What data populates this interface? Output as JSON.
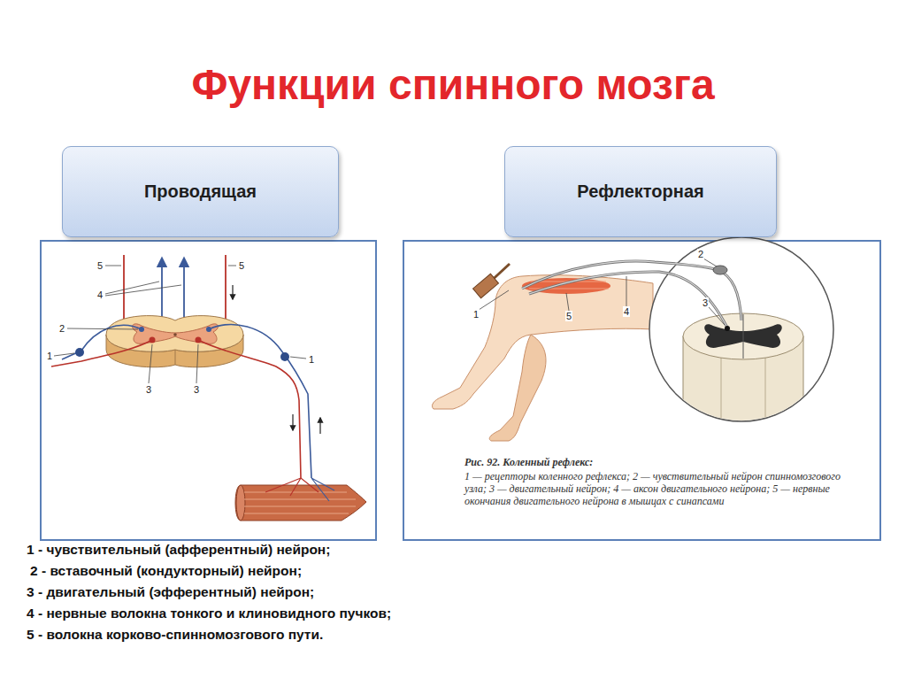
{
  "diagram": {
    "title": "Функции спинного мозга",
    "nodes": [
      {
        "text": [
          "Проводящая"
        ]
      },
      {
        "text": [
          "Рефлекторная"
        ]
      }
    ],
    "labels": [
      "5",
      "5",
      "4",
      "2",
      "1",
      "1",
      "3",
      "3",
      "2",
      "3",
      "1",
      "5",
      "4",
      "Рис. 92. Коленный рефлекс:",
      "1 — рецепторы коленного рефлекса; 2 — чувствительный нейрон спинномозгового узла; 3 — двигательный нейрон; 4 — аксон двигательного нейрона; 5 — нервные окончания двигательного нейрона в мышцах с синапсами",
      "1 - чувствительный (афферентный) нейрон;",
      "2 - вставочный (кондукторный) нейрон;",
      "3 - двигательный (эфферентный) нейрон;",
      "4 - нервные волокна тонкого и клиновидного пучков;",
      "5 - волокна корково-спинномозгового пути."
    ]
  }
}
